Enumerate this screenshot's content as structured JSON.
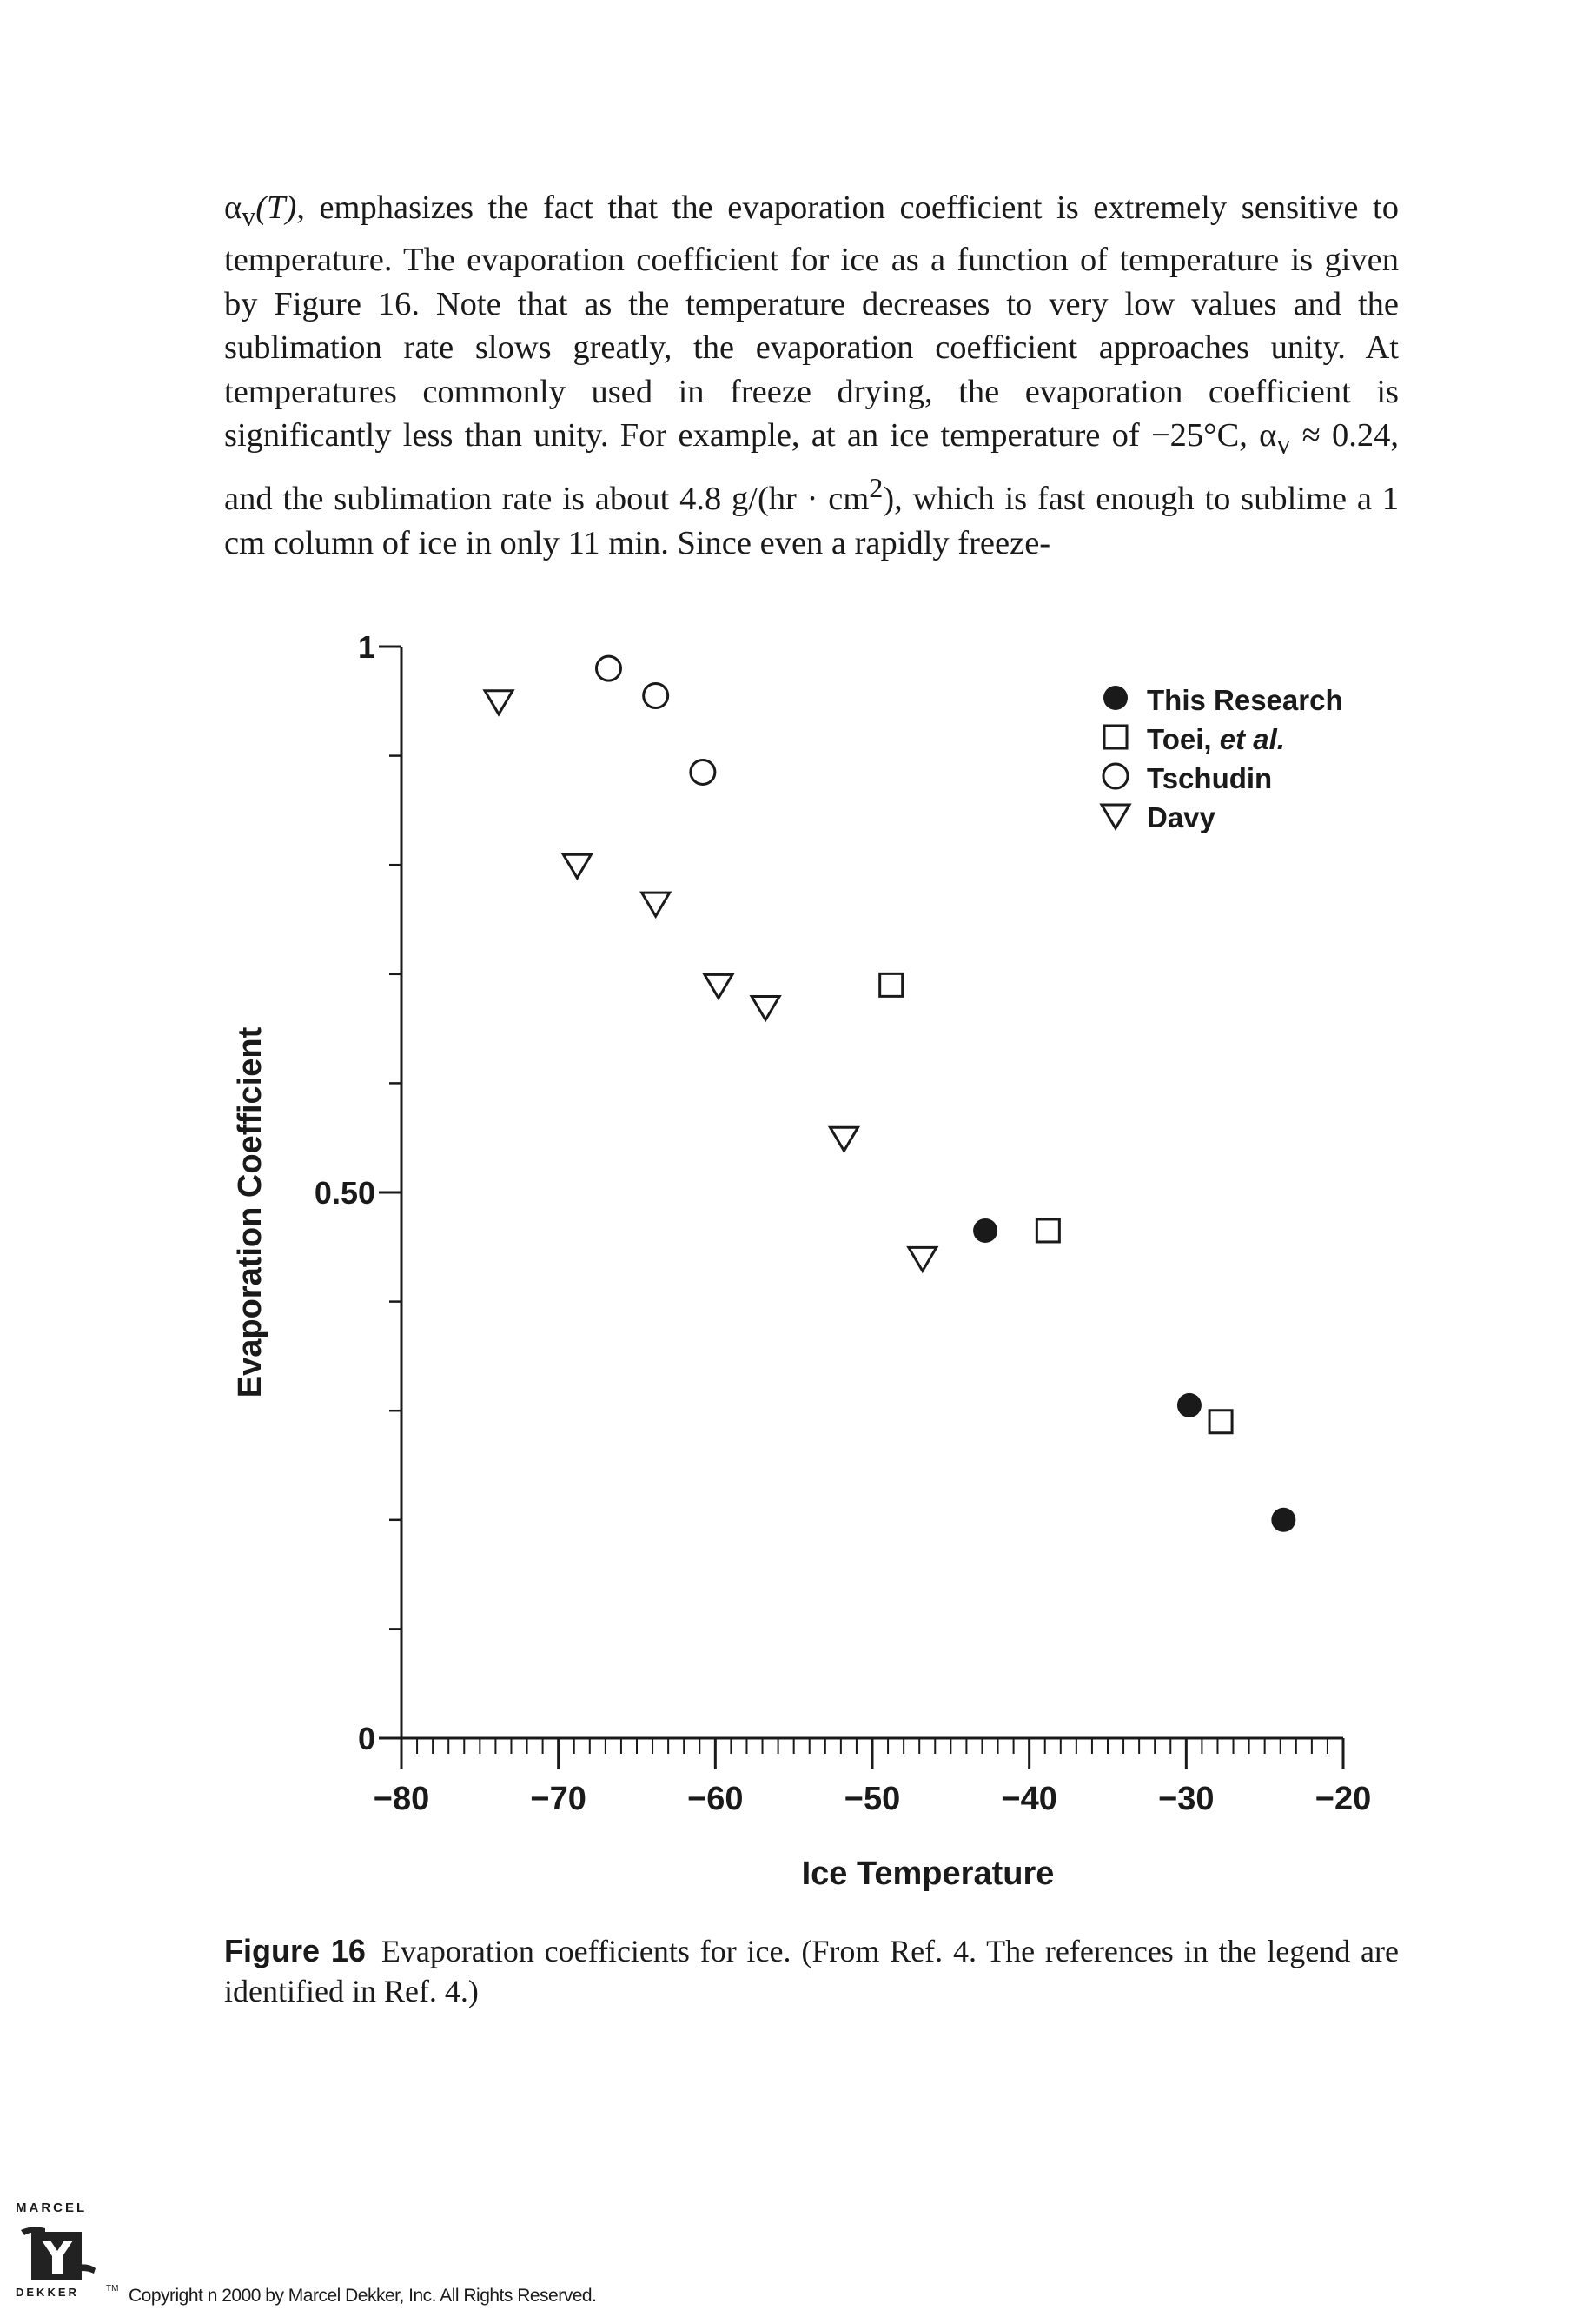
{
  "paragraph": {
    "alpha_t": "α",
    "alpha_t_sub": "v",
    "alpha_t_arg": "(T)",
    "part1": ", emphasizes the fact that the evaporation coefficient is extremely sensitive to temperature. The evaporation coefficient for ice as a function of temperature is given by Figure 16. Note that as the temperature decreases to very low values and the sublimation rate slows greatly, the evaporation coefficient approaches unity. At temperatures commonly used in freeze drying, the evaporation coefficient is significantly less than unity. For example, at an ice temperature of −25°C, ",
    "alpha2": "α",
    "alpha2_sub": "v",
    "part2": " ≈ 0.24, and the sublimation rate is about 4.8 g/(hr · cm",
    "sup": "2",
    "part3": "), which is fast enough to sublime a 1 cm column of ice in only 11 min. Since even a rapidly freeze-"
  },
  "chart_data": {
    "type": "scatter",
    "xlabel": "Ice Temperature",
    "ylabel": "Evaporation Coefficient",
    "xlim": [
      -80,
      -20
    ],
    "ylim": [
      0,
      1
    ],
    "x_ticks": [
      -80,
      -70,
      -60,
      -50,
      -40,
      -30,
      -20
    ],
    "x_tick_labels": [
      "-80",
      "-70",
      "-60",
      "-50",
      "-40",
      "-30",
      "-20"
    ],
    "y_tick_labels": [
      {
        "value": 1,
        "label": "1"
      },
      {
        "value": 0.5,
        "label": "0.50"
      },
      {
        "value": 0,
        "label": "0"
      }
    ],
    "y_minor_tick_step": 0.1,
    "legend_position": "top-right",
    "series": [
      {
        "name": "This Research",
        "marker": "filled-circle",
        "x": [
          -42.8,
          -29.8,
          -23.8
        ],
        "y": [
          0.465,
          0.305,
          0.2
        ]
      },
      {
        "name": "Toei, ",
        "name_italic": "et al.",
        "marker": "square",
        "x": [
          -48.8,
          -38.8,
          -27.8
        ],
        "y": [
          0.69,
          0.465,
          0.29
        ]
      },
      {
        "name": "Tschudin",
        "marker": "circle",
        "x": [
          -66.8,
          -63.8,
          -60.8
        ],
        "y": [
          0.98,
          0.955,
          0.885
        ]
      },
      {
        "name": "Davy",
        "marker": "triangle-down",
        "x": [
          -73.8,
          -68.8,
          -63.8,
          -59.8,
          -56.8,
          -51.8,
          -46.8
        ],
        "y": [
          0.95,
          0.8,
          0.765,
          0.69,
          0.67,
          0.55,
          0.44
        ]
      }
    ]
  },
  "caption": {
    "label": "Figure 16",
    "text": "Evaporation coefficients for ice. (From Ref. 4. The references in the legend are identified in Ref. 4.)"
  },
  "footer": {
    "logo_top": "MARCEL",
    "logo_bottom": "DEKKER",
    "tm": "TM",
    "copyright": "Copyright n 2000 by Marcel Dekker, Inc. All Rights Reserved."
  }
}
